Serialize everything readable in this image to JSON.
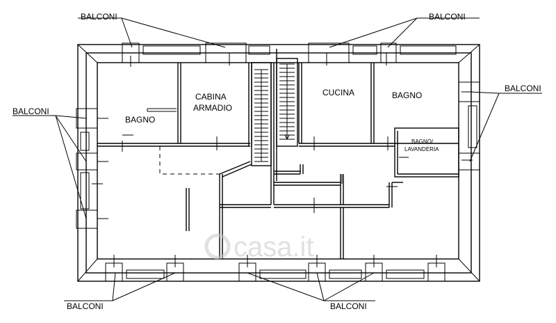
{
  "labels": {
    "balconi": "BALCONI",
    "bagno": "BAGNO",
    "cabina_line1": "CABINA",
    "cabina_line2": "ARMADIO",
    "cucina": "CUCINA",
    "bagno_lav_line1": "BAGNO/",
    "bagno_lav_line2": "LAVANDERIA"
  },
  "watermark": "casa.it"
}
